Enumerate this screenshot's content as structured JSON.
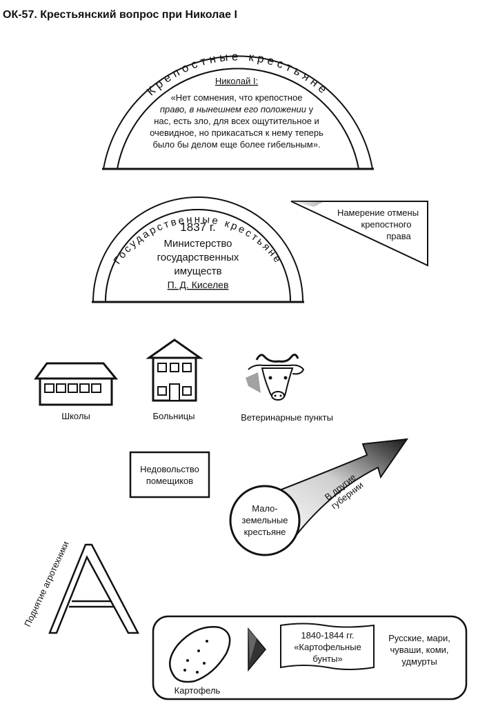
{
  "title": "ОК-57. Крестьянский вопрос при Николае I",
  "serfs_arch": {
    "arc_label": "Крепостные крестьяне",
    "speaker": "Николай I:",
    "quote": [
      "«Нет сомнения, что крепостное",
      "право, в нынешнем его положении у",
      "нас, есть зло, для всех ощутительное и",
      "очевидное, но прикасаться к нему теперь",
      "было бы делом еще более гибельным»."
    ]
  },
  "state_arch": {
    "arc_label": "Государственные крестьяне",
    "year": "1837 г.",
    "ministry": [
      "Министерство",
      "государственных",
      "имуществ"
    ],
    "minister": "П. Д. Киселев"
  },
  "intention": [
    "Намерение отмены",
    "крепостного",
    "права"
  ],
  "institutions": [
    {
      "icon": "school-building-icon",
      "label": "Школы"
    },
    {
      "icon": "hospital-building-icon",
      "label": "Больницы"
    },
    {
      "icon": "cow-head-icon",
      "label": "Ветеринарные пункты"
    }
  ],
  "discontent": [
    "Недовольство",
    "помещиков"
  ],
  "landless": [
    "Мало-",
    "земельные",
    "крестьяне"
  ],
  "migration": [
    "В другие",
    "губернии"
  ],
  "agrotech": "Поднятие агротехники",
  "potato": {
    "label": "Картофель",
    "riot": [
      "1840-1844 гг.",
      "«Картофельные",
      "бунты»"
    ],
    "peoples": [
      "Русские, мари,",
      "чуваши, коми,",
      "удмурты"
    ]
  }
}
